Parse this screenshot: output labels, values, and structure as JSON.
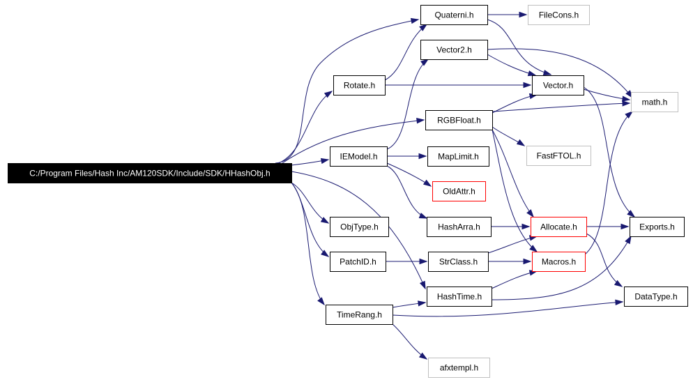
{
  "colors": {
    "edge": "#191970",
    "root_fill": "#000000",
    "root_text": "#ffffff",
    "border_default": "#000000",
    "border_undocumented": "#bfbfbf",
    "border_truncated": "#ff0000",
    "text": "#000000"
  },
  "nodes": [
    {
      "id": "root",
      "label": "C:/Program Files/Hash Inc/AM120SDK/Include/SDK/HHashObj.h",
      "style": "root"
    },
    {
      "id": "quaterni",
      "label": "Quaterni.h",
      "style": "normal"
    },
    {
      "id": "filecons",
      "label": "FileCons.h",
      "style": "undocumented"
    },
    {
      "id": "vector2",
      "label": "Vector2.h",
      "style": "normal"
    },
    {
      "id": "rotate",
      "label": "Rotate.h",
      "style": "normal"
    },
    {
      "id": "vector",
      "label": "Vector.h",
      "style": "normal"
    },
    {
      "id": "math",
      "label": "math.h",
      "style": "undocumented"
    },
    {
      "id": "rgbfloat",
      "label": "RGBFloat.h",
      "style": "normal"
    },
    {
      "id": "iemodel",
      "label": "IEModel.h",
      "style": "normal"
    },
    {
      "id": "maplimit",
      "label": "MapLimit.h",
      "style": "normal"
    },
    {
      "id": "fastftol",
      "label": "FastFTOL.h",
      "style": "undocumented"
    },
    {
      "id": "oldattr",
      "label": "OldAttr.h",
      "style": "truncated"
    },
    {
      "id": "objtype",
      "label": "ObjType.h",
      "style": "normal"
    },
    {
      "id": "hasharra",
      "label": "HashArra.h",
      "style": "normal"
    },
    {
      "id": "allocate",
      "label": "Allocate.h",
      "style": "truncated"
    },
    {
      "id": "exports",
      "label": "Exports.h",
      "style": "normal"
    },
    {
      "id": "patchid",
      "label": "PatchID.h",
      "style": "normal"
    },
    {
      "id": "strclass",
      "label": "StrClass.h",
      "style": "normal"
    },
    {
      "id": "macros",
      "label": "Macros.h",
      "style": "truncated"
    },
    {
      "id": "hashtime",
      "label": "HashTime.h",
      "style": "normal"
    },
    {
      "id": "datatype",
      "label": "DataType.h",
      "style": "normal"
    },
    {
      "id": "timerang",
      "label": "TimeRang.h",
      "style": "normal"
    },
    {
      "id": "afxtempl",
      "label": "afxtempl.h",
      "style": "undocumented"
    }
  ],
  "edges": [
    {
      "from": "root",
      "to": "quaterni"
    },
    {
      "from": "root",
      "to": "rotate"
    },
    {
      "from": "root",
      "to": "rgbfloat"
    },
    {
      "from": "root",
      "to": "iemodel"
    },
    {
      "from": "root",
      "to": "objtype"
    },
    {
      "from": "root",
      "to": "patchid"
    },
    {
      "from": "root",
      "to": "hashtime"
    },
    {
      "from": "root",
      "to": "timerang"
    },
    {
      "from": "quaterni",
      "to": "filecons"
    },
    {
      "from": "quaterni",
      "to": "vector"
    },
    {
      "from": "rotate",
      "to": "quaterni"
    },
    {
      "from": "rotate",
      "to": "vector"
    },
    {
      "from": "vector2",
      "to": "vector"
    },
    {
      "from": "vector2",
      "to": "math"
    },
    {
      "from": "vector",
      "to": "math"
    },
    {
      "from": "vector",
      "to": "exports"
    },
    {
      "from": "rgbfloat",
      "to": "vector"
    },
    {
      "from": "rgbfloat",
      "to": "math"
    },
    {
      "from": "rgbfloat",
      "to": "fastftol"
    },
    {
      "from": "rgbfloat",
      "to": "allocate"
    },
    {
      "from": "rgbfloat",
      "to": "macros"
    },
    {
      "from": "iemodel",
      "to": "vector2"
    },
    {
      "from": "iemodel",
      "to": "maplimit"
    },
    {
      "from": "iemodel",
      "to": "oldattr"
    },
    {
      "from": "iemodel",
      "to": "hasharra"
    },
    {
      "from": "hasharra",
      "to": "allocate"
    },
    {
      "from": "allocate",
      "to": "exports"
    },
    {
      "from": "allocate",
      "to": "datatype"
    },
    {
      "from": "macros",
      "to": "math"
    },
    {
      "from": "patchid",
      "to": "strclass"
    },
    {
      "from": "strclass",
      "to": "allocate"
    },
    {
      "from": "strclass",
      "to": "macros"
    },
    {
      "from": "hashtime",
      "to": "macros"
    },
    {
      "from": "hashtime",
      "to": "exports"
    },
    {
      "from": "timerang",
      "to": "hashtime"
    },
    {
      "from": "timerang",
      "to": "datatype"
    },
    {
      "from": "timerang",
      "to": "afxtempl"
    }
  ]
}
